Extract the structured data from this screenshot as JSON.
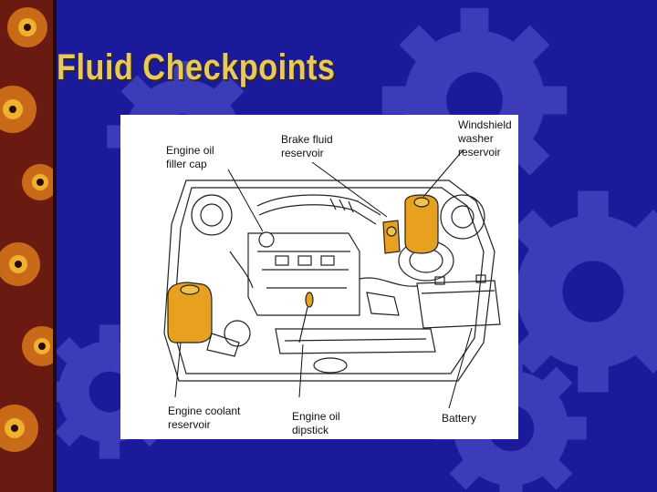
{
  "slide": {
    "title": "Fluid Checkpoints",
    "colors": {
      "background": "#1a1a9a",
      "gear": "#3c3cb8",
      "title": "#e8c860",
      "highlight": "#e8a020"
    }
  },
  "diagram": {
    "labels": {
      "engine_oil_filler_cap": "Engine oil\nfiller cap",
      "brake_fluid_reservoir": "Brake fluid\nreservoir",
      "windshield_washer_reservoir": "Windshield\nwasher\nreservoir",
      "engine_coolant_reservoir": "Engine coolant\nreservoir",
      "engine_oil_dipstick": "Engine oil\ndipstick",
      "battery": "Battery"
    }
  }
}
